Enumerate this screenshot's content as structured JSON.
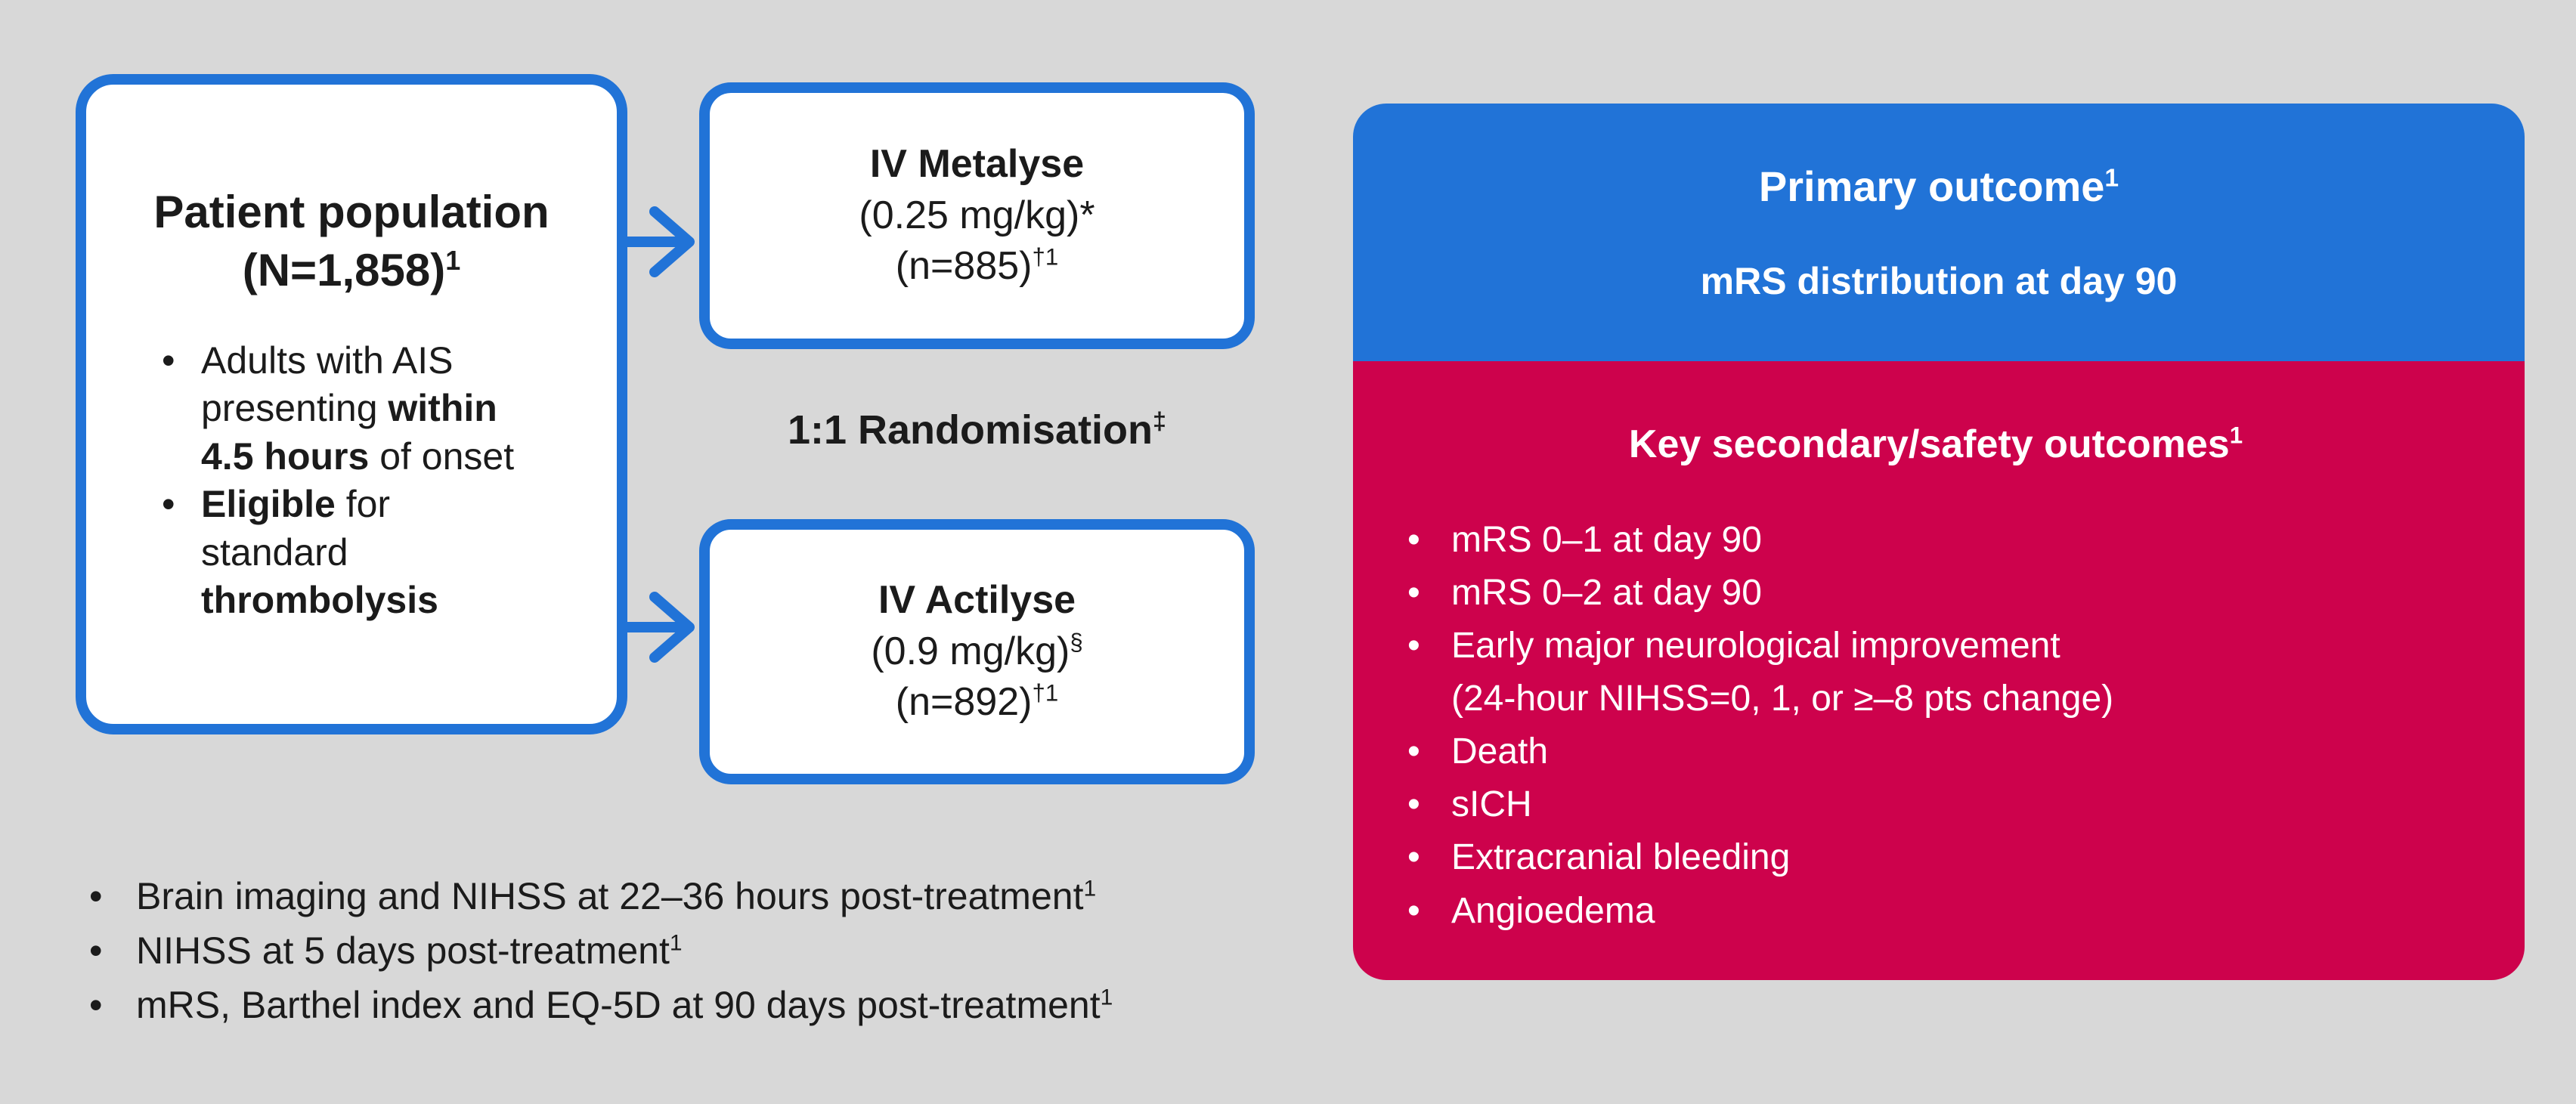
{
  "colors": {
    "background": "#d8d8d8",
    "blue": "#2173d7",
    "crimson": "#cd024c",
    "box_fill": "#ffffff",
    "dark_text": "#1b1b1b",
    "light_text": "#ffffff"
  },
  "population_box": {
    "title_line1": "Patient population",
    "title_line2": "(N=1,858)",
    "title_sup": "1",
    "bullet1": {
      "r1": "Adults with AIS presenting ",
      "b1": "within 4.5 hours",
      "r2": " of onset"
    },
    "bullet2": {
      "b1": "Eligible",
      "r1": " for standard ",
      "b2": "thrombolysis"
    }
  },
  "metalyse_box": {
    "title": "IV Metalyse",
    "dose": "(0.25 mg/kg)*",
    "n": "(n=885)",
    "n_sup": "†1"
  },
  "randomisation": {
    "label": "1:1 Randomisation",
    "sup": "‡"
  },
  "actilyse_box": {
    "title": "IV Actilyse",
    "dose": "(0.9 mg/kg)",
    "dose_sup": "§",
    "n": "(n=892)",
    "n_sup": "†1"
  },
  "outcomes_box": {
    "primary_title": "Primary outcome",
    "primary_sup": "1",
    "primary_subtitle": "mRS distribution at day 90",
    "secondary_title": "Key secondary/safety outcomes",
    "secondary_sup": "1",
    "bullets": [
      {
        "l1": "mRS 0–1 at day 90"
      },
      {
        "l1": "mRS 0–2 at day 90"
      },
      {
        "l1": "Early major neurological improvement",
        "l2": "(24-hour NIHSS=0, 1, or ≥–8 pts change)"
      },
      {
        "l1": "Death"
      },
      {
        "l1": "sICH"
      },
      {
        "l1": "Extracranial bleeding"
      },
      {
        "l1": "Angioedema"
      }
    ]
  },
  "assessments": {
    "bullets": [
      {
        "text": "Brain imaging and NIHSS at 22–36 hours post-treatment",
        "sup": "1"
      },
      {
        "text": "NIHSS at 5 days post-treatment",
        "sup": "1"
      },
      {
        "text": "mRS, Barthel index and EQ-5D at 90 days post-treatment",
        "sup": "1"
      }
    ]
  },
  "ui": {
    "bullet": "•"
  }
}
